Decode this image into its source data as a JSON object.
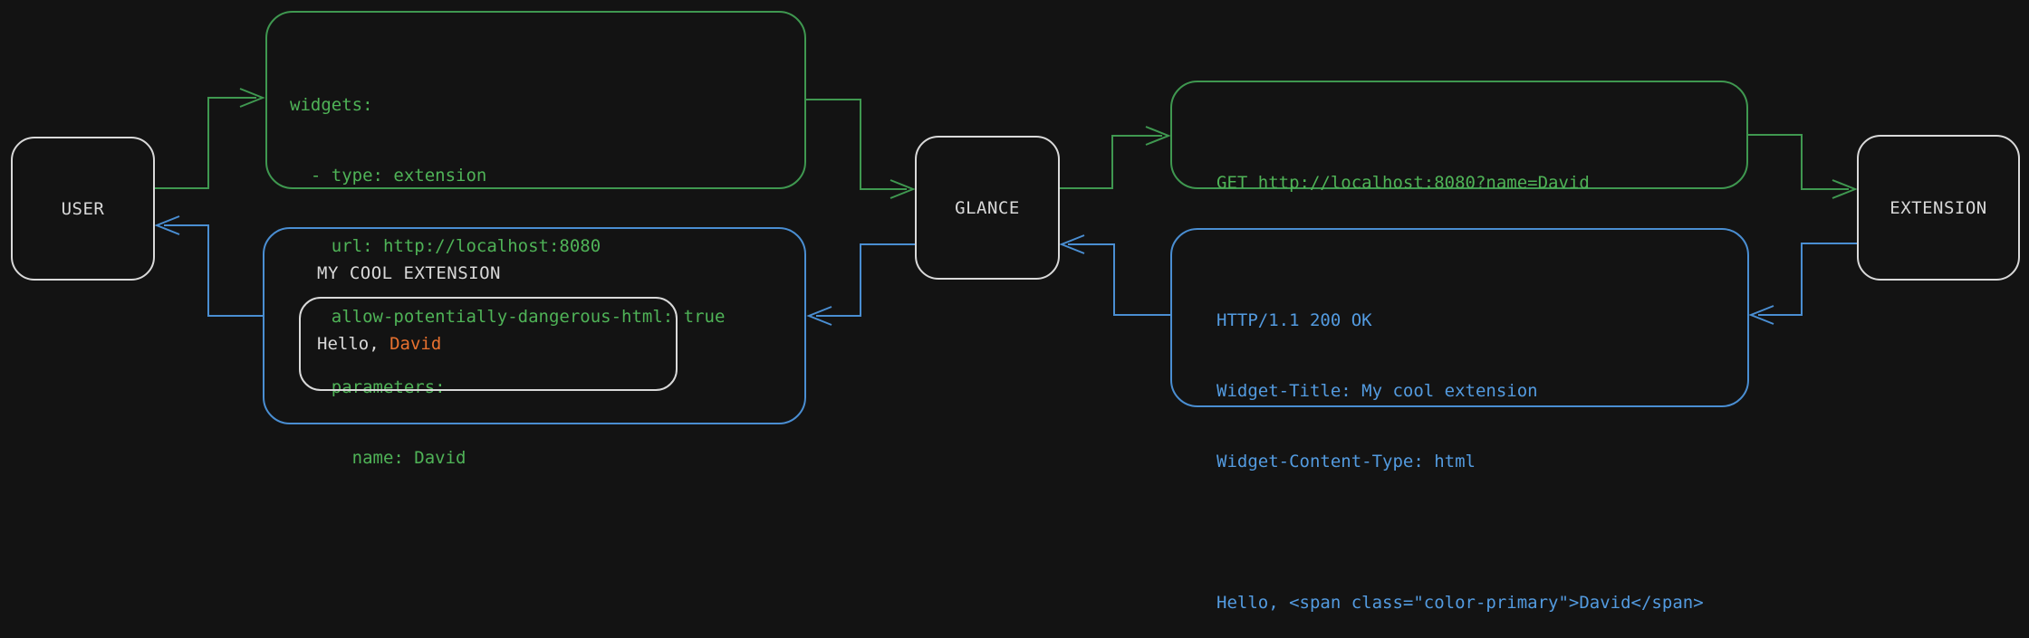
{
  "colors": {
    "background": "#131313",
    "green_accent": "#3f9850",
    "blue_accent": "#4a8ed2",
    "orange_accent": "#e8712f",
    "node_border": "#d9d9d9"
  },
  "nodes": {
    "user": {
      "label": "USER"
    },
    "glance": {
      "label": "GLANCE"
    },
    "extension": {
      "label": "EXTENSION"
    }
  },
  "config_box": {
    "lines": [
      "widgets:",
      "  - type: extension",
      "    url: http://localhost:8080",
      "    allow-potentially-dangerous-html: true",
      "    parameters:",
      "      name: David"
    ]
  },
  "request_box": {
    "line": "GET http://localhost:8080?name=David"
  },
  "response_box": {
    "lines": [
      "HTTP/1.1 200 OK",
      "Widget-Title: My cool extension",
      "Widget-Content-Type: html",
      "",
      "Hello, <span class=\"color-primary\">David</span>"
    ]
  },
  "widget_box": {
    "title": "MY COOL EXTENSION",
    "greeting_prefix": "Hello, ",
    "greeting_name": "David"
  }
}
